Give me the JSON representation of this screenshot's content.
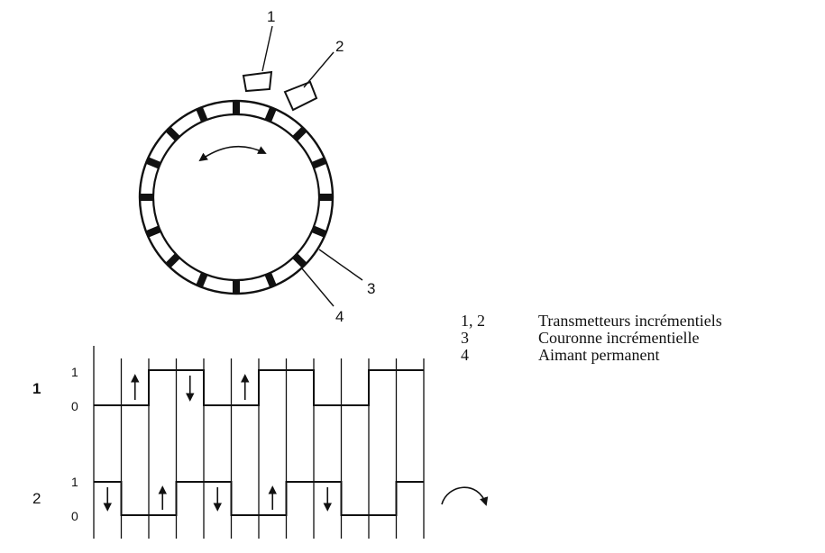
{
  "callouts": [
    "1",
    "2",
    "3",
    "4"
  ],
  "legend": [
    {
      "key": "1, 2",
      "text": "Transmetteurs incrémentiels"
    },
    {
      "key": "3",
      "text": "Couronne incrémentielle"
    },
    {
      "key": "4",
      "text": "Aimant permanent"
    }
  ],
  "timing": {
    "channels": [
      {
        "label": "1",
        "high_label": "1",
        "low_label": "0",
        "levels": [
          0,
          0,
          1,
          1,
          0,
          0,
          1,
          1,
          0,
          0,
          1,
          1
        ],
        "arrows": [
          "up",
          "down",
          "up"
        ]
      },
      {
        "label": "2",
        "high_label": "1",
        "low_label": "0",
        "levels": [
          1,
          0,
          0,
          1,
          1,
          0,
          0,
          1,
          1,
          0,
          0,
          1
        ],
        "arrows": [
          "down",
          "up",
          "down",
          "up",
          "down"
        ]
      }
    ]
  },
  "icons": {
    "rotation": "double-arrow-rotation-icon",
    "direction": "clockwise-arrow-icon"
  }
}
